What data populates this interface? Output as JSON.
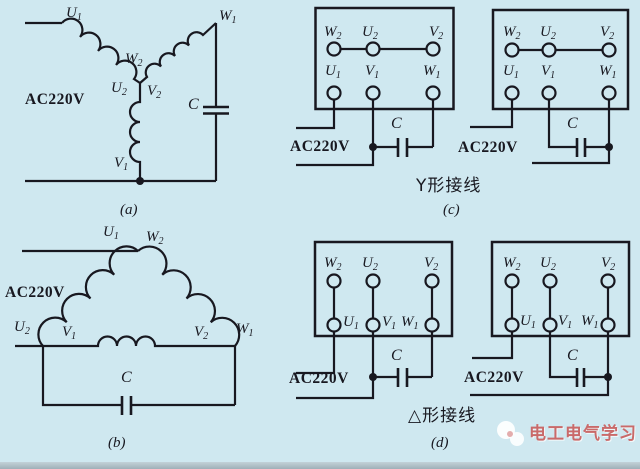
{
  "colors": {
    "background": "#cfe8f0",
    "line": "#181820",
    "watermark_text": "#c96a6a",
    "footer_strip": "#a9b8c0"
  },
  "labels": {
    "U1": {
      "b": "U",
      "s": "1"
    },
    "U2": {
      "b": "U",
      "s": "2"
    },
    "V1": {
      "b": "V",
      "s": "1"
    },
    "V2": {
      "b": "V",
      "s": "2"
    },
    "W1": {
      "b": "W",
      "s": "1"
    },
    "W2": {
      "b": "W",
      "s": "2"
    }
  },
  "texts": {
    "ac_source": "AC220V",
    "capacitor": "C"
  },
  "captions": {
    "a": "(a)",
    "b": "(b)",
    "c": "(c)",
    "d": "(d)",
    "y_wiring": "Y形接线",
    "delta_wiring": "△形接线"
  },
  "watermark": {
    "text": "电工电气学习"
  }
}
